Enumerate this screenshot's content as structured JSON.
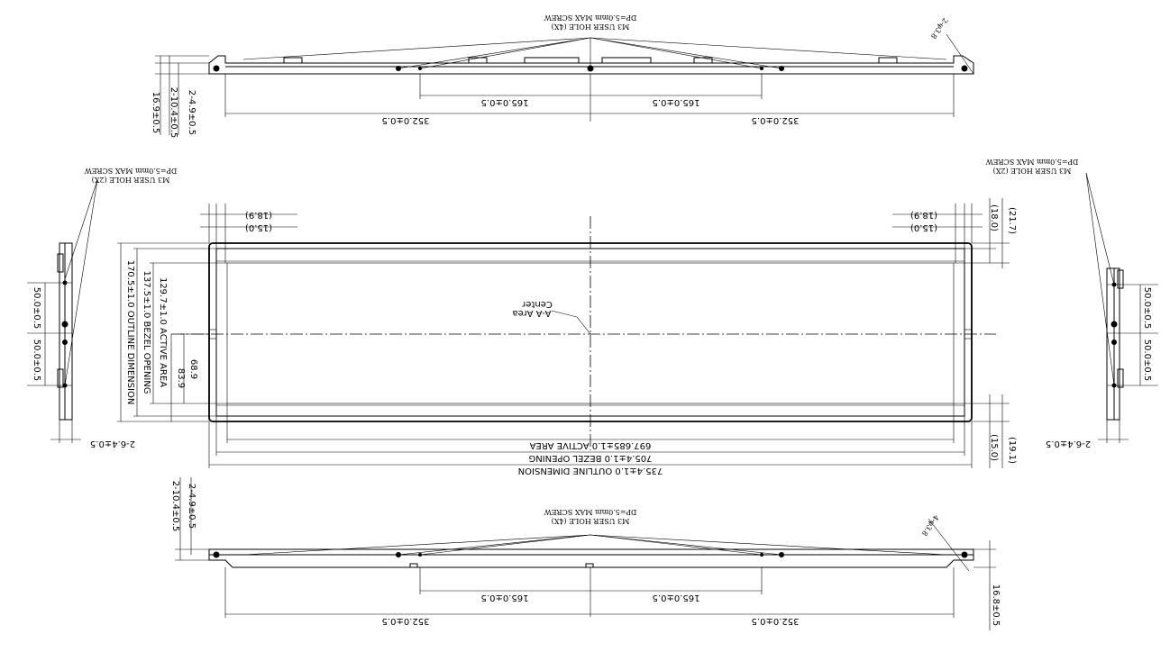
{
  "top_view": {
    "screw_note_line1": "M3 USER HOLE (4X)",
    "screw_note_line2": "DP=5.0mm MAX SCREW",
    "corner_holes": "2-φ3.8",
    "dim_left_outer": "16.9±0.5",
    "dim_left_mid": "2-10.4±0.5",
    "dim_left_inner": "2-4.9±0.5",
    "dim_inner_left": "165.0±0.5",
    "dim_inner_right": "165.0±0.5",
    "dim_outer_left": "352.0±0.5",
    "dim_outer_right": "352.0±0.5"
  },
  "left_side": {
    "screw_note_line1": "M3 USER HOLE (2X)",
    "screw_note_line2": "DP=5.0mm MAX SCREW",
    "dim_upper": "50.0±0.5",
    "dim_lower": "50.0±0.5",
    "dim_bottom": "2-6.4±0.5"
  },
  "right_side": {
    "screw_note_line1": "M3 USER HOLE (2X)",
    "screw_note_line2": "DP=5.0mm MAX SCREW",
    "dim_upper": "50.0±0.5",
    "dim_lower": "50.0±0.5",
    "dim_bottom": "2-6.4±0.5"
  },
  "front_view": {
    "top_left_outer": "(18.9)",
    "top_left_inner": "(15.0)",
    "top_right_outer": "(18.9)",
    "top_right_inner": "(15.0)",
    "right_top_a": "(18.0)",
    "right_top_b": "(21.7)",
    "right_bottom_a": "(15.0)",
    "right_bottom_b": "(19.1)",
    "center_label_line1": "Center",
    "center_label_line2": "A-A Area",
    "dim_outline_h": "170.5±1.0 OUTLINE DIMENSION",
    "dim_bezel_h": "137.5±1.0 BEZEL OPENING",
    "dim_active_h": "129.7±1.0 ACTIVE AREA",
    "dim_half_a": "68.9",
    "dim_half_b": "83.9",
    "dim_active_w": "697.685±1.0 ACTIVE AREA",
    "dim_bezel_w": "705.4±1.0 BEZEL OPENING",
    "dim_outline_w": "735.4±1.0 OUTLINE DIMENSION"
  },
  "bottom_view": {
    "screw_note_line1": "M3 USER HOLE (4X)",
    "screw_note_line2": "DP=5.0mm MAX SCREW",
    "corner_holes": "4-φ3.8",
    "dim_left_mid": "2-10.4±0.5",
    "dim_left_inner": "2-4.9±0.5",
    "dim_right": "16.8±0.5",
    "dim_inner_left": "165.0±0.5",
    "dim_inner_right": "165.0±0.5",
    "dim_outer_left": "352.0±0.5",
    "dim_outer_right": "352.0±0.5"
  }
}
